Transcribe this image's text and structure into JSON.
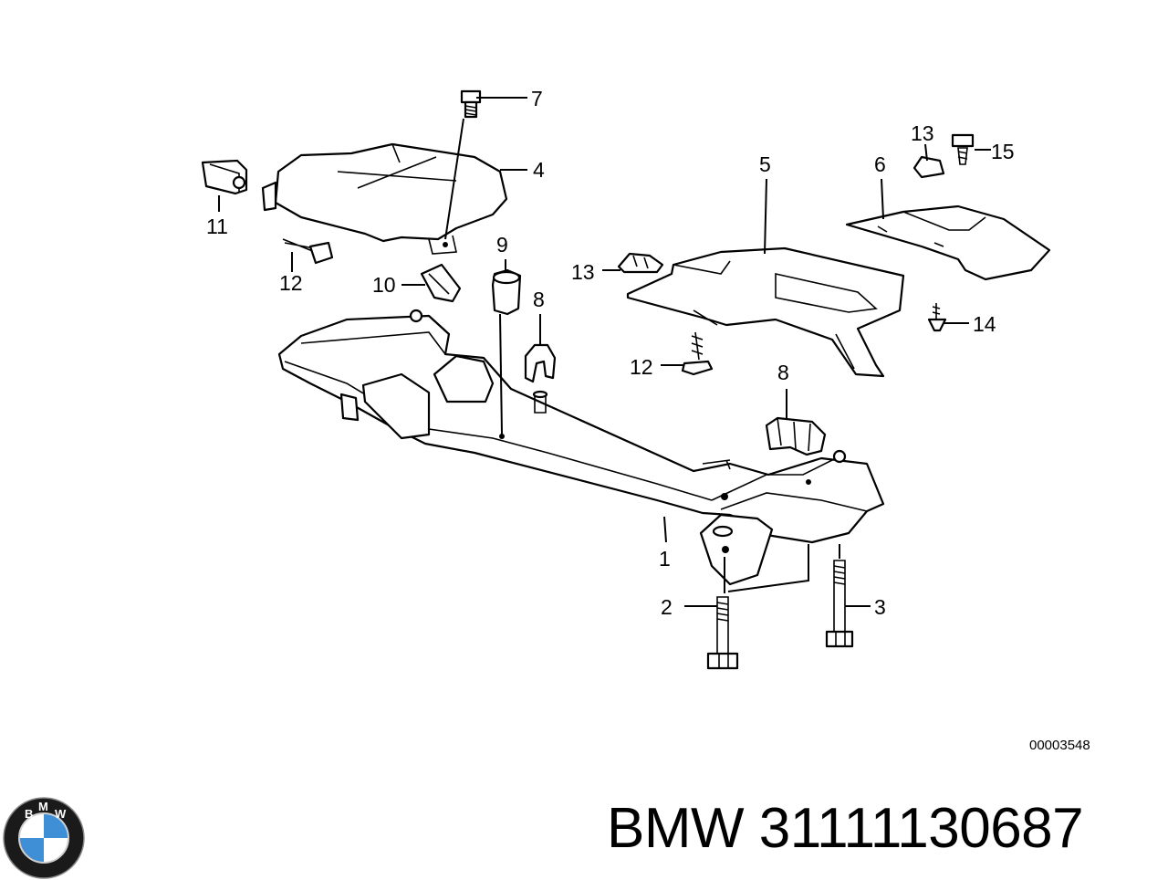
{
  "callouts": [
    "1",
    "2",
    "3",
    "4",
    "5",
    "6",
    "7",
    "8",
    "8",
    "9",
    "10",
    "11",
    "12",
    "12",
    "13",
    "13",
    "14",
    "15"
  ],
  "drawing_number": "00003548",
  "footer_title": "BMW 31111130687",
  "logo": {
    "letters": [
      "B",
      "M",
      "W"
    ],
    "icon": "bmw-roundel-icon",
    "colors": {
      "blue": "#3f8fd6",
      "ring": "#1a1a1a",
      "white": "#ffffff"
    }
  }
}
